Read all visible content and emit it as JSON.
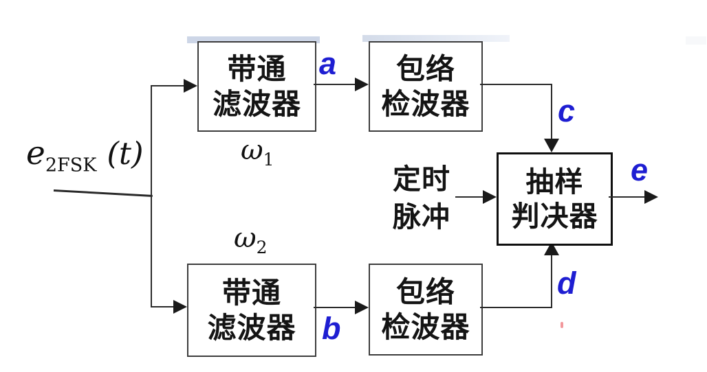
{
  "diagram": {
    "input": {
      "symbol": "e",
      "subscript": "2FSK",
      "argument": "(t)"
    },
    "blocks": {
      "bpf_top": {
        "lines": [
          "带通",
          "滤波器"
        ]
      },
      "env_top": {
        "lines": [
          "包络",
          "检波器"
        ]
      },
      "bpf_bottom": {
        "lines": [
          "带通",
          "滤波器"
        ]
      },
      "env_bottom": {
        "lines": [
          "包络",
          "检波器"
        ]
      },
      "decision": {
        "lines": [
          "抽样",
          "判决器"
        ]
      }
    },
    "freq_labels": {
      "omega1": {
        "symbol": "ω",
        "sub": "1"
      },
      "omega2": {
        "symbol": "ω",
        "sub": "2"
      }
    },
    "timing": {
      "lines": [
        "定时",
        "脉冲"
      ]
    },
    "points": {
      "a": "a",
      "b": "b",
      "c": "c",
      "d": "d",
      "e": "e"
    },
    "colors": {
      "point_label": "#1e1ed2",
      "line": "#2a2a2a",
      "highlight_bar": "#cdd6e7"
    }
  }
}
